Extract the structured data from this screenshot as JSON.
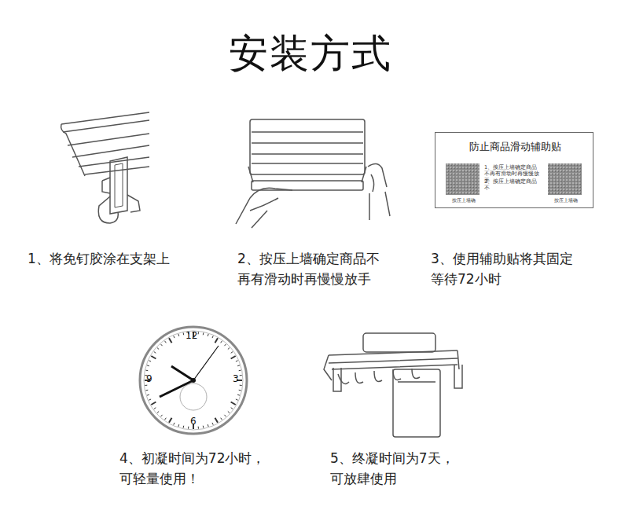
{
  "diagram": {
    "title": "安装方式",
    "nodes": [
      {
        "text": [
          "防止商品滑动辅助贴",
          "1、按压上墙确定商品不再有滑动时再慢慢放手",
          "2、按压上墙确定商品不",
          "按压上墙确",
          "按压上墙确"
        ]
      }
    ],
    "labels": [
      "1、将免钉胶涂在支架上",
      "2、按压上墙确定商品不 再有滑动时再慢慢放手",
      "3、使用辅助贴将其固定 等待72小时",
      "4、初凝时间为72小时， 可轻量使用！",
      "5、终凝时间为7天， 可放肆使用",
      "12",
      "3",
      "6",
      "9"
    ]
  }
}
